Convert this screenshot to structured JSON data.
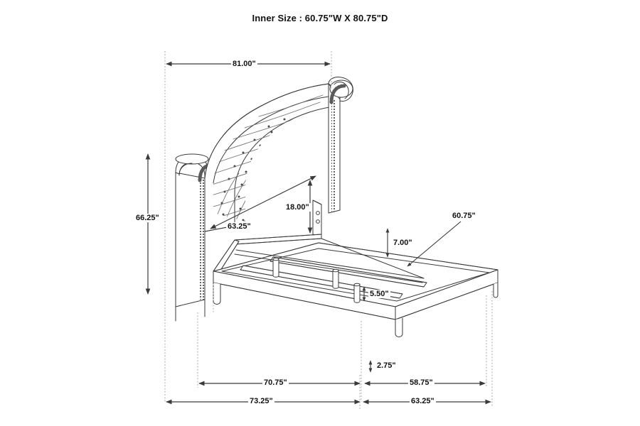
{
  "title": "Inner Size : 60.75\"W X 80.75\"D",
  "product": {
    "type": "upholstered-wingback-bed",
    "features": [
      "diamond-tufted-headboard",
      "nailhead-trim",
      "wing-panels",
      "center-support-rails",
      "support-legs"
    ]
  },
  "dimensions": {
    "overall_width_top": "81.00\"",
    "overall_height_left": "66.25\"",
    "headboard_width": "63.25\"",
    "headboard_clearance": "18.00\"",
    "rail_height": "7.00\"",
    "slat_support_height": "5.50\"",
    "inner_width_callout": "60.75\"",
    "leg_clearance": "2.75\"",
    "side_rail_length": "70.75\"",
    "footboard_width": "58.75\"",
    "overall_length": "73.25\"",
    "overall_depth": "63.25\""
  },
  "labels": {
    "d_81": "81.00\"",
    "d_6625": "66.25\"",
    "d_6325_hb": "63.25\"",
    "d_18": "18.00\"",
    "d_7": "7.00\"",
    "d_6075": "60.75\"",
    "d_550": "5.50\"",
    "d_275": "2.75\"",
    "d_7075": "70.75\"",
    "d_5875": "58.75\"",
    "d_7325": "73.25\"",
    "d_6325_bot": "63.25\""
  },
  "colors": {
    "line": "#3a3a3a",
    "dimension": "#4a4a4a",
    "extension": "#9a9a9a",
    "text": "#111111",
    "background": "#ffffff"
  }
}
